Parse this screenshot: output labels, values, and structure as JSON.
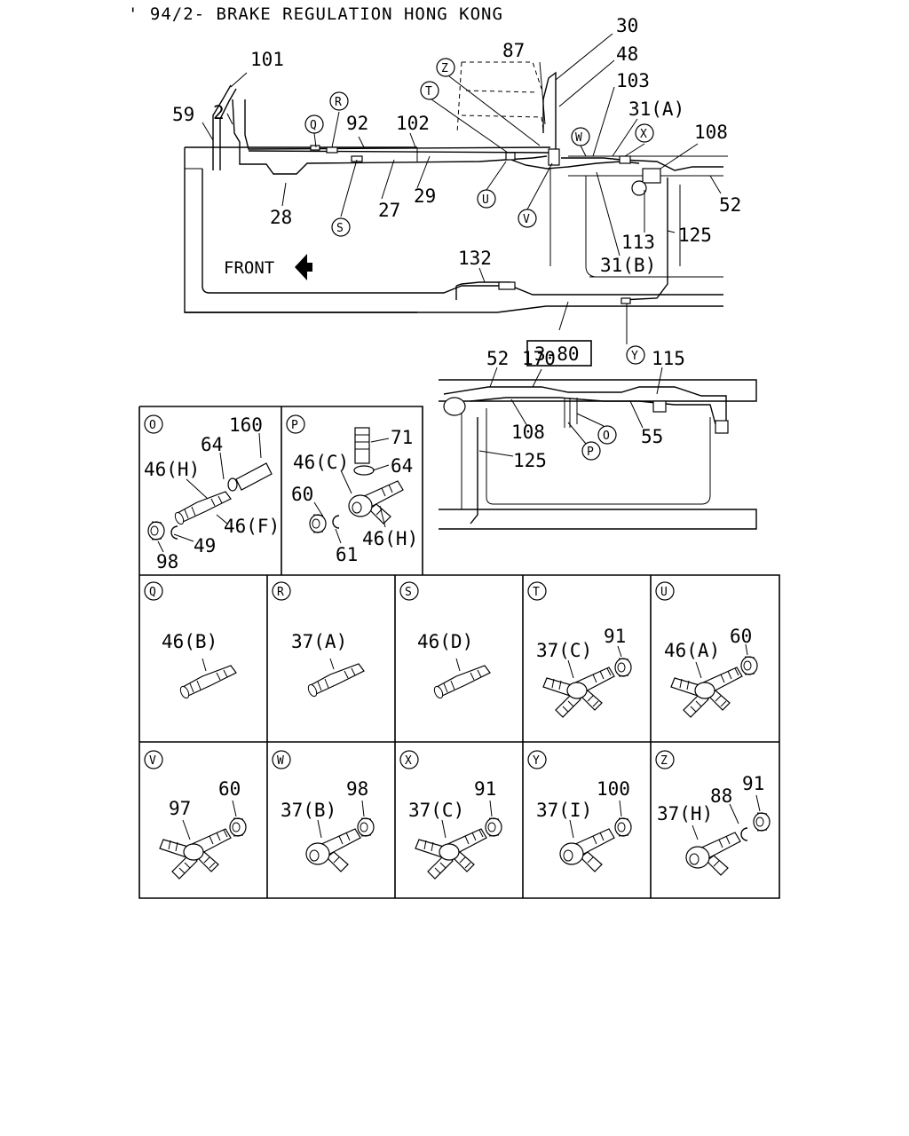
{
  "title": "' 94/2- BRAKE REGULATION HONG KONG",
  "front_label": "FRONT",
  "reference_box": "3-80",
  "main_callouts": {
    "p101": "101",
    "p59": "59",
    "p2": "2",
    "p92": "92",
    "p102": "102",
    "p28": "28",
    "p27": "27",
    "p29": "29",
    "p87": "87",
    "p30": "30",
    "p48": "48",
    "p103": "103",
    "p31a": "31(A)",
    "p108": "108",
    "p52": "52",
    "p113": "113",
    "p125": "125",
    "p31b": "31(B)",
    "p132": "132"
  },
  "main_circles": {
    "q": "Q",
    "r": "R",
    "s": "S",
    "t": "T",
    "u": "U",
    "v": "V",
    "w": "W",
    "x": "X",
    "z": "Z",
    "y": "Y"
  },
  "rear_callouts": {
    "p52": "52",
    "p170": "170",
    "p115": "115",
    "p108": "108",
    "p55": "55",
    "p125": "125"
  },
  "rear_circles": {
    "o": "O",
    "p": "P"
  },
  "details": {
    "o": {
      "letter": "O",
      "labels": [
        "160",
        "64",
        "46(H)",
        "46(F)",
        "49",
        "98"
      ]
    },
    "p": {
      "letter": "P",
      "labels": [
        "71",
        "46(C)",
        "64",
        "60",
        "61",
        "46(H)"
      ]
    },
    "q": {
      "letter": "Q",
      "labels": [
        "46(B)"
      ]
    },
    "r": {
      "letter": "R",
      "labels": [
        "37(A)"
      ]
    },
    "s": {
      "letter": "S",
      "labels": [
        "46(D)"
      ]
    },
    "t": {
      "letter": "T",
      "labels": [
        "91",
        "37(C)"
      ]
    },
    "u": {
      "letter": "U",
      "labels": [
        "60",
        "46(A)"
      ]
    },
    "v": {
      "letter": "V",
      "labels": [
        "60",
        "97"
      ]
    },
    "w": {
      "letter": "W",
      "labels": [
        "98",
        "37(B)"
      ]
    },
    "x": {
      "letter": "X",
      "labels": [
        "91",
        "37(C)"
      ]
    },
    "y": {
      "letter": "Y",
      "labels": [
        "100",
        "37(I)"
      ]
    },
    "z": {
      "letter": "Z",
      "labels": [
        "91",
        "88",
        "37(H)"
      ]
    }
  }
}
